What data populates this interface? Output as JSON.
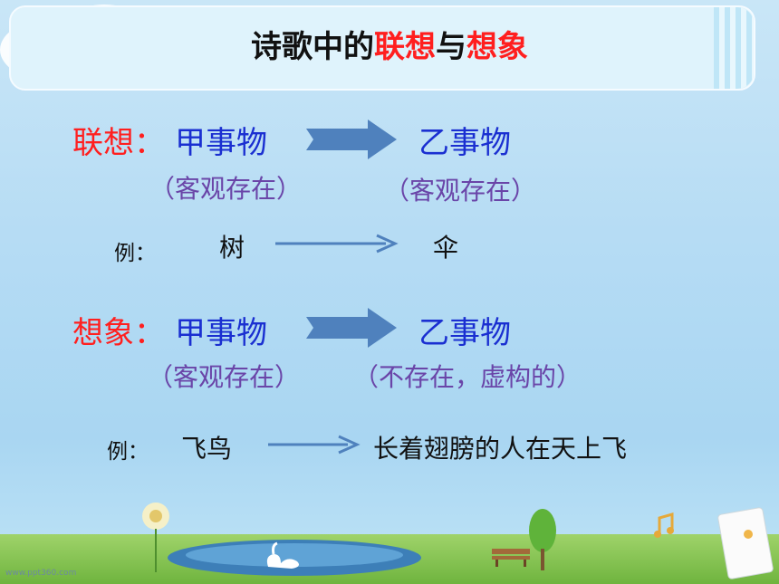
{
  "title": {
    "part1": "诗歌中的",
    "part2": "联想",
    "part3": "与",
    "part4": "想象"
  },
  "association": {
    "label": "联想：",
    "subject_a": "甲事物",
    "subject_b": "乙事物",
    "note_a": "（客观存在）",
    "note_b": "（客观存在）",
    "example_label": "例：",
    "example_from": "树",
    "example_to": "伞"
  },
  "imagination": {
    "label": "想象：",
    "subject_a": "甲事物",
    "subject_b": "乙事物",
    "note_a": "（客观存在）",
    "note_b": "（不存在，虚构的）",
    "example_label": "例：",
    "example_from": "飞鸟",
    "example_to": "长着翅膀的人在天上飞"
  },
  "watermark": "www.ppt360.com",
  "colors": {
    "highlight": "#ff1f1f",
    "term": "#1a2fd1",
    "note": "#6a45a8",
    "arrow": "#4f81bd"
  }
}
